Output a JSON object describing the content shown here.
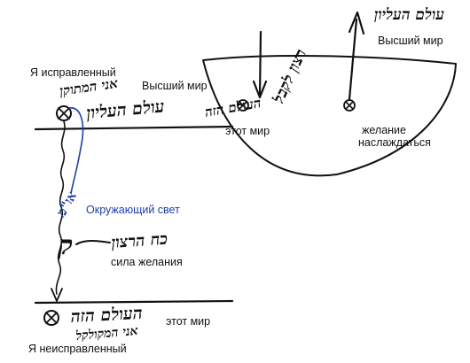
{
  "left_diagram": {
    "top_world_label_ru": "Высший мир",
    "top_world_label_he": "עולם העליון",
    "corrected_me_ru": "Я исправленный",
    "corrected_me_he": "אני המתוקן",
    "surrounding_light_ru": "Окружающий свет",
    "surrounding_light_he": "או\"מ",
    "force_of_desire_ru": "сила желания",
    "force_of_desire_he": "כח הרצון",
    "force_symbol": "ק",
    "this_world_ru": "этот мир",
    "this_world_he": "העולם הזה",
    "uncorrected_me_ru": "Я неисправленный",
    "uncorrected_me_he": "אני המקולקל"
  },
  "right_diagram": {
    "higher_world_ru": "Высший мир",
    "higher_world_he": "עולם העליון",
    "this_world_ru": "этот мир",
    "this_world_he": "העולם הזה",
    "will_to_receive_he": "רצון לקבל",
    "desire_to_enjoy_ru_line1": "желание",
    "desire_to_enjoy_ru_line2": "наслаждаться"
  },
  "colors": {
    "ink": "#111111",
    "blue_ink": "#1f3fa8"
  }
}
